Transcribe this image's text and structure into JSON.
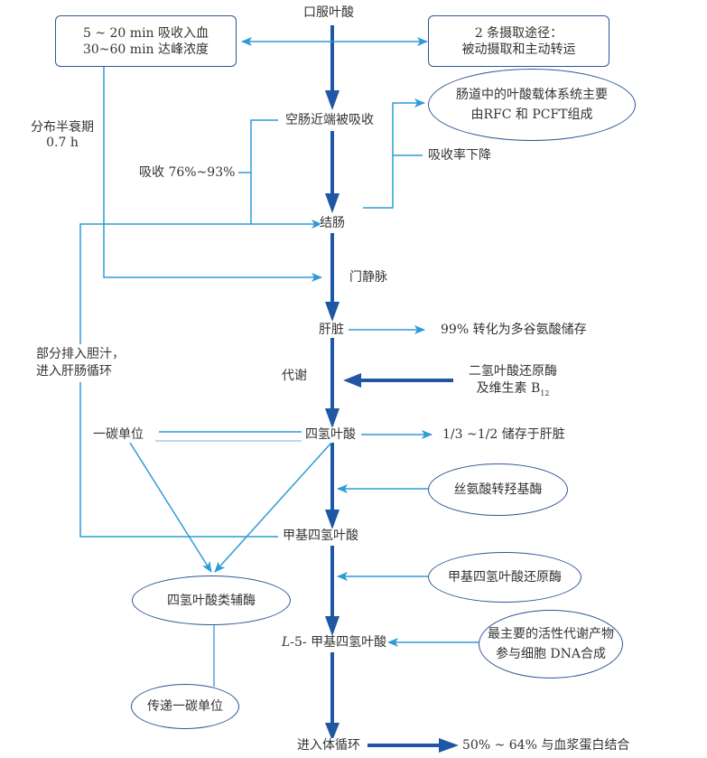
{
  "colors": {
    "main_flow": "#1f57a4",
    "side_flow": "#2e9bd6",
    "node_border": "#2f5597",
    "text": "#333333"
  },
  "main_chain": {
    "oral": "口服叶酸",
    "jejunum": "空肠近端被吸收",
    "colon": "结肠",
    "portal_vein": "门静脉",
    "liver": "肝脏",
    "metabolism": "代谢",
    "thf": "四氢叶酸",
    "methyl_thf": "甲基四氢叶酸",
    "l5_prefix": "L",
    "l5_rest": "-5- 甲基四氢叶酸",
    "circulation": "进入体循环"
  },
  "boxes": {
    "absorption_time": [
      "5 ~ 20 min 吸收入血",
      "30~60 min 达峰浓度"
    ],
    "uptake_routes": [
      "2 条摄取途径：",
      "被动摄取和主动转运"
    ]
  },
  "ellipses": {
    "carrier_system": [
      "肠道中的叶酸载体系统主要",
      "由RFC 和 PCFT组成"
    ],
    "serine_enzyme": "丝氨酸转羟基酶",
    "mthfr": "甲基四氢叶酸还原酶",
    "active_metabolite": [
      "最主要的活性代谢产物",
      "参与细胞 DNA合成"
    ],
    "thf_coenzyme": "四氢叶酸类辅酶",
    "one_carbon_transfer": "传递一碳单位"
  },
  "side_labels": {
    "distribution_half_life": [
      "分布半衰期",
      "0.7 h"
    ],
    "absorption_rate": "吸收 76%~93%",
    "absorption_decline": "吸收率下降",
    "bile_excretion": [
      "部分排入胆汁，",
      "进入肝肠循环"
    ],
    "liver_storage_polyglutamate": "99% 转化为多谷氨酸储存",
    "dhfr_main": "二氢叶酸还原酶",
    "dhfr_b12_prefix": "及维生素 B",
    "dhfr_b12_sub": "12",
    "one_carbon_unit": "一碳单位",
    "thf_storage": "1/3  ~1/2 储存于肝脏",
    "protein_binding": "50% ~ 64% 与血浆蛋白结合"
  }
}
